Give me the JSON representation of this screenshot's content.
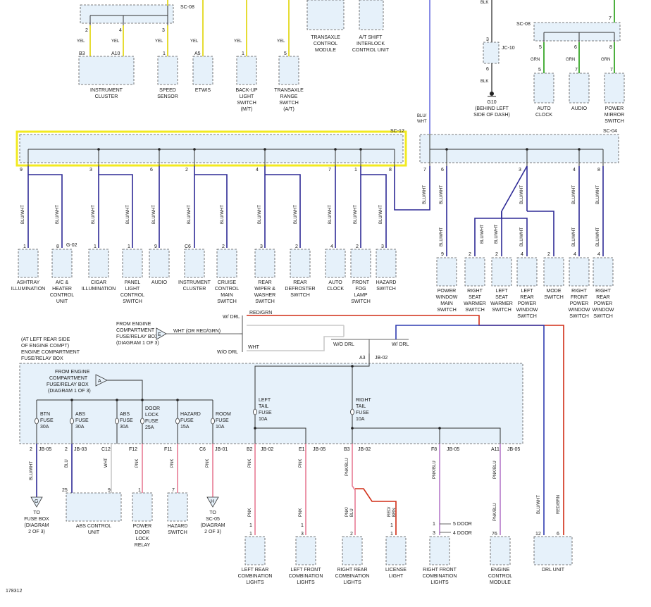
{
  "labels": {
    "sc08_top": "SC-08",
    "sc08_right": "SC-08",
    "sc12": "SC-12",
    "sc04": "SC-04",
    "jc10": "JC-10",
    "g02": "G-02",
    "jb02_top": "JB-02",
    "a3": "A3",
    "fig_id": "178312"
  },
  "top_components": {
    "instrument_cluster": [
      "INSTRUMENT",
      "CLUSTER"
    ],
    "speed_sensor": [
      "SPEED",
      "SENSOR"
    ],
    "etwis": [
      "ETWIS"
    ],
    "backup_switch": [
      "BACK-UP",
      "LIGHT",
      "SWITCH",
      "(M/T)"
    ],
    "range_switch": [
      "TRANSAXLE",
      "RANGE",
      "SWITCH",
      "(A/T)"
    ],
    "tcm": [
      "TRANSAXLE",
      "CONTROL",
      "MODULE"
    ],
    "shift_interlock": [
      "A/T SHIFT",
      "INTERLOCK",
      "CONTROL UNIT"
    ],
    "ground": [
      "G10",
      "(BEHIND LEFT",
      "SIDE OF DASH)"
    ],
    "auto_clock_top": [
      "AUTO",
      "CLOCK"
    ],
    "audio_top": [
      "AUDIO"
    ],
    "power_mirror": [
      "POWER",
      "MIRROR",
      "SWITCH"
    ]
  },
  "wire_colors": {
    "yel": "YEL",
    "grn": "GRN",
    "blk": "BLK",
    "bluwht": "BLU/WHT",
    "blu_wht_split": [
      "BLU/",
      "WHT"
    ],
    "pnk": "PNK",
    "blu": "BLU",
    "wht": "WHT",
    "pnkblu": "PNK/BLU",
    "pnkblu_split": [
      "PNK/",
      "BLU"
    ],
    "redbrn": "RED/BRN",
    "redbrn_split": [
      "RED/",
      "BRN"
    ],
    "redgrn": "RED/GRN",
    "wht_or": "WHT  (OR RED/GRN)"
  },
  "mid_components": [
    {
      "pin": "1",
      "name": [
        "ASHTRAY",
        "ILLUMINATION"
      ]
    },
    {
      "pin": "8",
      "name": [
        "A/C &",
        "HEATER",
        "CONTROL",
        "UNIT"
      ]
    },
    {
      "pin": "1",
      "name": [
        "CIGAR",
        "ILLUMINATION"
      ]
    },
    {
      "pin": "1",
      "name": [
        "PANEL",
        "LIGHT",
        "CONTROL",
        "SWITCH"
      ]
    },
    {
      "pin": "9",
      "name": [
        "AUDIO"
      ]
    },
    {
      "pin": "C6",
      "name": [
        "INSTRUMENT",
        "CLUSTER"
      ]
    },
    {
      "pin": "2",
      "name": [
        "CRUISE",
        "CONTROL",
        "MAIN",
        "SWITCH"
      ]
    },
    {
      "pin": "3",
      "name": [
        "REAR",
        "WIPER &",
        "WASHER",
        "SWITCH"
      ]
    },
    {
      "pin": "2",
      "name": [
        "REAR",
        "DEFROSTER",
        "SWITCH"
      ]
    },
    {
      "pin": "4",
      "name": [
        "AUTO",
        "CLOCK"
      ]
    },
    {
      "pin": "2",
      "name": [
        "FRONT",
        "FOG",
        "LAMP",
        "SWITCH"
      ]
    },
    {
      "pin": "3",
      "name": [
        "HAZARD",
        "SWITCH"
      ]
    }
  ],
  "sc12_pins": [
    "9",
    "3",
    "6",
    "2",
    "4",
    "7",
    "1",
    "8"
  ],
  "sc04_pins": [
    "7",
    "6",
    "3",
    "4",
    "8"
  ],
  "right_components": [
    {
      "pin": "9",
      "name": [
        "POWER",
        "WINDOW",
        "MAIN",
        "SWITCH"
      ]
    },
    {
      "pin": "2",
      "name": [
        "RIGHT",
        "SEAT",
        "WARMER",
        "SWITCH"
      ]
    },
    {
      "pin": "2",
      "name": [
        "LEFT",
        "SEAT",
        "WARMER",
        "SWITCH"
      ]
    },
    {
      "pin": "4",
      "name": [
        "LEFT",
        "REAR",
        "POWER",
        "WINDOW",
        "SWITCH"
      ]
    },
    {
      "pin": "2",
      "name": [
        "MODE",
        "SWITCH"
      ]
    },
    {
      "pin": "4",
      "name": [
        "RIGHT",
        "FRONT",
        "POWER",
        "WINDOW",
        "SWITCH"
      ]
    },
    {
      "pin": "4",
      "name": [
        "RIGHT",
        "REAR",
        "POWER",
        "WINDOW",
        "SWITCH"
      ]
    }
  ],
  "drl": {
    "w_drl": "W/ DRL",
    "wo_drl": "W/O DRL",
    "wo_drl2": "W/O DRL",
    "w_drl2": "W/ DRL",
    "from_fuse_e": [
      "FROM ENGINE",
      "COMPARTMENT",
      "FUSE/RELAY BOX",
      "(DIAGRAM 1 OF 3)"
    ],
    "e_tag": "E"
  },
  "fuse_box": {
    "title": [
      "(AT LEFT REAR SIDE",
      "OF ENGINE COMPT)",
      "ENGINE COMPARTMENT",
      "FUSE/RELAY BOX"
    ],
    "from_a": [
      "FROM ENGINE",
      "COMPARTMENT",
      "FUSE/RELAY BOX",
      "(DIAGRAM 1 OF 3)"
    ],
    "a_tag": "A",
    "fuses": [
      [
        "BTN",
        "FUSE",
        "30A"
      ],
      [
        "ABS",
        "FUSE",
        "30A"
      ],
      [
        "ABS",
        "FUSE",
        "30A"
      ],
      [
        "DOOR",
        "LOCK",
        "FUSE",
        "25A"
      ],
      [
        "HAZARD",
        "FUSE",
        "15A"
      ],
      [
        "ROOM",
        "FUSE",
        "10A"
      ]
    ],
    "tail_fuses": [
      [
        "LEFT",
        "TAIL",
        "FUSE",
        "10A"
      ],
      [
        "RIGHT",
        "TAIL",
        "FUSE",
        "10A"
      ]
    ]
  },
  "bottom_pins": [
    {
      "pin": "2",
      "conn": "JB-05"
    },
    {
      "pin": "2",
      "conn": "JB-03"
    },
    {
      "pin": "C12",
      "conn": ""
    },
    {
      "pin": "F12",
      "conn": ""
    },
    {
      "pin": "F11",
      "conn": ""
    },
    {
      "pin": "C6",
      "conn": "JB-01"
    },
    {
      "pin": "B2",
      "conn": "JB-02"
    },
    {
      "pin": "E1",
      "conn": "JB-05"
    },
    {
      "pin": "B3",
      "conn": "JB-02"
    },
    {
      "pin": "F8",
      "conn": "JB-05"
    },
    {
      "pin": "A11",
      "conn": "JB-05"
    }
  ],
  "bottom_components": {
    "to_fuse_box": [
      "TO",
      "FUSE BOX",
      "(DIAGRAM",
      "2 OF 3)"
    ],
    "g_tag": "G",
    "abs_unit": [
      "ABS CONTROL",
      "UNIT"
    ],
    "door_relay": [
      "POWER",
      "DOOR",
      "LOCK",
      "RELAY"
    ],
    "hazard_switch": [
      "HAZARD",
      "SWITCH"
    ],
    "to_sc05": [
      "TO",
      "SC-05",
      "(DIAGRAM",
      "2 OF 3)"
    ],
    "h_tag": "H",
    "lr_comb": [
      "LEFT REAR",
      "COMBINATION",
      "LIGHTS"
    ],
    "lf_comb": [
      "LEFT FRONT",
      "COMBINATION",
      "LIGHTS"
    ],
    "rr_comb": [
      "RIGHT REAR",
      "COMBINATION",
      "LIGHTS"
    ],
    "license": [
      "LICENSE",
      "LIGHT"
    ],
    "rf_comb": [
      "RIGHT FRONT",
      "COMBINATION",
      "LIGHTS"
    ],
    "ecm": [
      "ENGINE",
      "CONTROL",
      "MODULE"
    ],
    "drl_unit": [
      "DRL UNIT"
    ],
    "five_door": "5 DOOR",
    "four_door": "4 DOOR"
  },
  "colors": {
    "highlight": "#f2ea20",
    "connector_fill": "#e6f1fa"
  }
}
